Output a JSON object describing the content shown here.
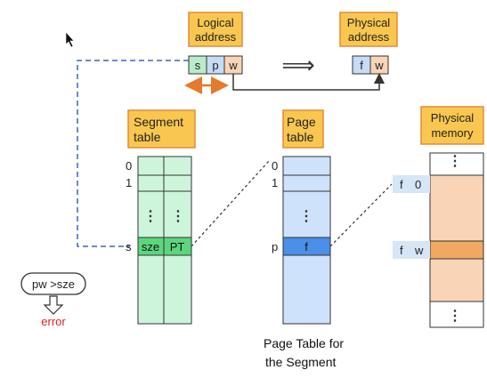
{
  "labels": {
    "logical_1": "Logical",
    "logical_2": "address",
    "physical_1": "Physical",
    "physical_2": "address",
    "segment_1": "Segment",
    "segment_2": "table",
    "page_1": "Page",
    "page_2": "table",
    "memory_1": "Physical",
    "memory_2": "memory"
  },
  "logical_address": {
    "s": "s",
    "p": "p",
    "w": "w"
  },
  "physical_address": {
    "f": "f",
    "w": "w"
  },
  "implies_symbol": "⟹",
  "segment_table": {
    "row0": "0",
    "row1": "1",
    "row_s": "s",
    "cell_sze": "sze",
    "cell_pt": "PT",
    "dots": "⋮"
  },
  "page_table": {
    "row0": "0",
    "row1": "1",
    "row_p": "p",
    "cell_f": "f",
    "dots": "⋮"
  },
  "physical_memory": {
    "frame_f": "f",
    "frame_0": "0",
    "word_f": "f",
    "word_w": "w",
    "dots": "⋮"
  },
  "check": {
    "condition": "pw >sze",
    "result": "error"
  },
  "caption": {
    "line1": "Page Table for",
    "line2": "the Segment"
  },
  "colors": {
    "label_fill": "#f9c74f",
    "label_stroke": "#e38a3a",
    "segment_fill": "#cdf5dc",
    "segment_stroke": "#333333",
    "sel_green": "#5bd67e",
    "page_fill": "#cfe2fb",
    "page_sel": "#4a8fe8",
    "memory_fill": "#f9d4b6",
    "memory_sel": "#f0a862",
    "frame_label": "#d6e6f7",
    "dashed_blue": "#3b63c4",
    "error_red": "#e02020",
    "arrow_orange": "#e5792c"
  }
}
